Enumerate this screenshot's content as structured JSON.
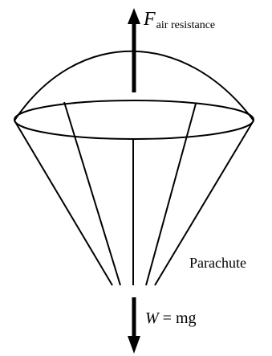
{
  "force_up": {
    "symbol": "F",
    "subscript": "air resistance"
  },
  "force_down": {
    "symbol": "W",
    "equation": " = mg"
  },
  "object_label": "Parachute",
  "colors": {
    "stroke": "#000000",
    "background": "#ffffff"
  }
}
